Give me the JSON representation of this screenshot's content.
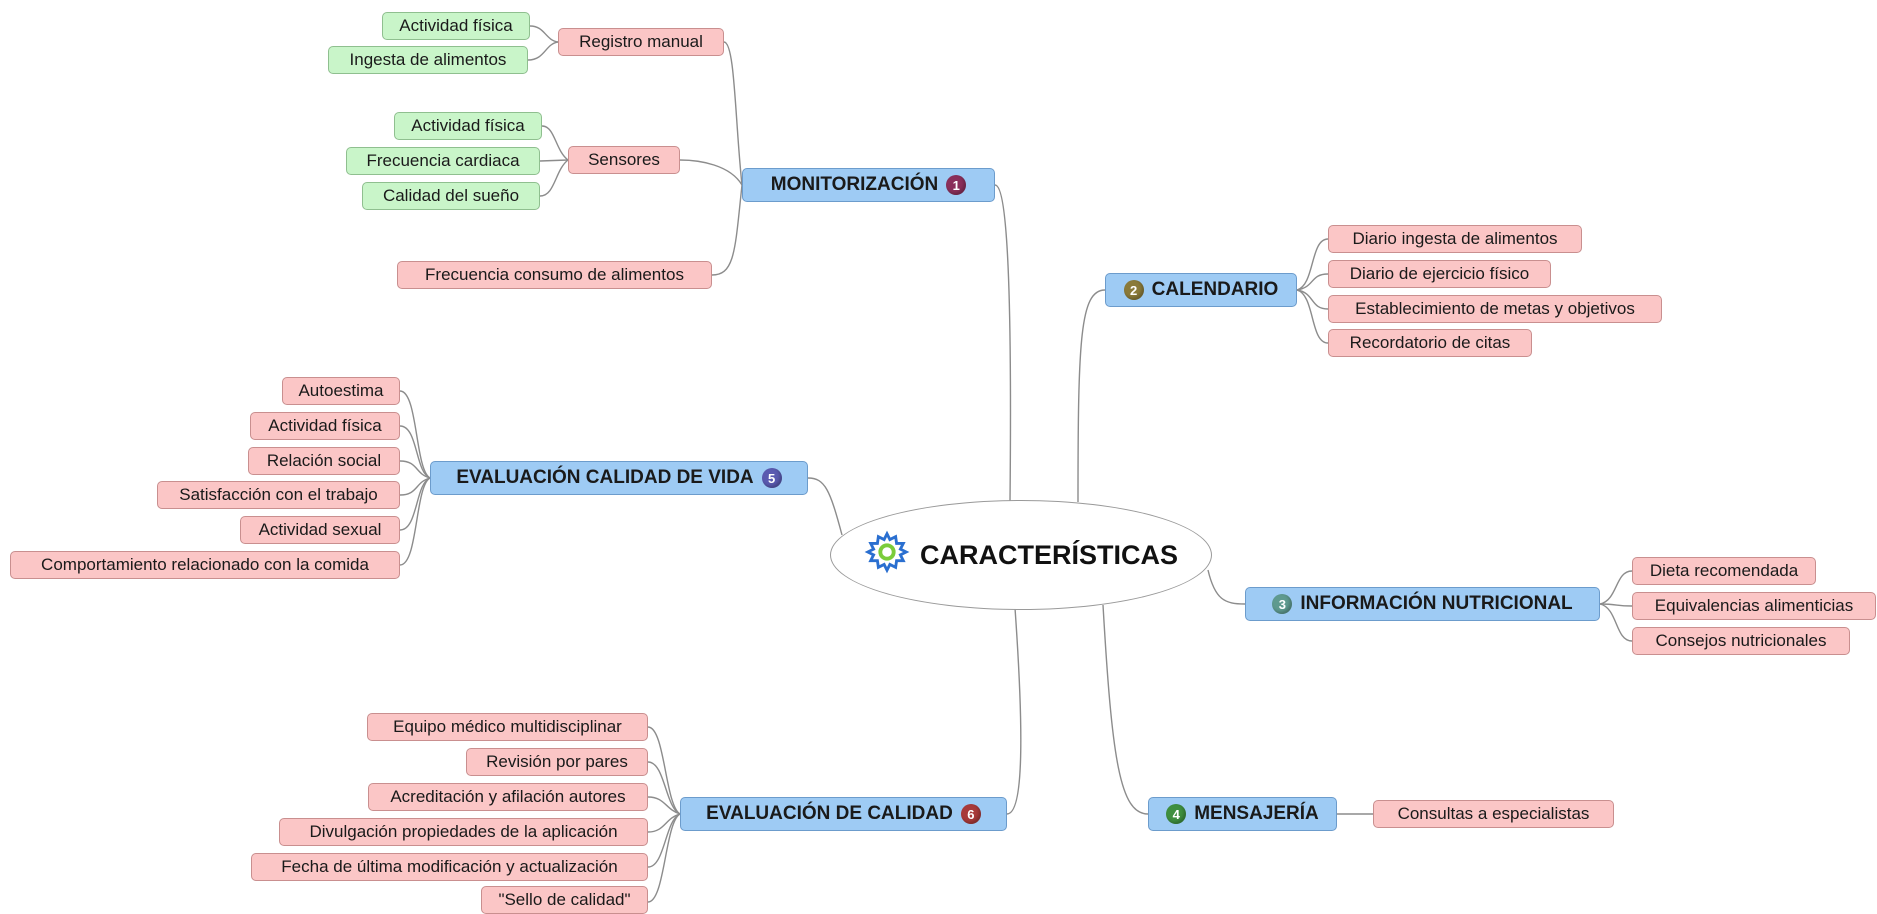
{
  "central": {
    "label": "CARACTERÍSTICAS",
    "icon": "gear-icon"
  },
  "colors": {
    "badge_1": "#8a2f5a",
    "badge_2": "#8a7a3a",
    "badge_3": "#5f9a8f",
    "badge_4": "#3f8f3f",
    "badge_5": "#5a5ab0",
    "badge_6": "#a83a3a",
    "branch_fill": "#9ecbf4",
    "leaf_fill": "#fbc6c6",
    "subleaf_fill": "#c9f5c9",
    "gear": "#2a6fd0",
    "gear_center": "#7acc3a"
  },
  "branches": {
    "monitorizacion": {
      "label": "MONITORIZACIÓN",
      "badge": "1",
      "registro_manual": {
        "label": "Registro manual",
        "children": [
          "Actividad física",
          "Ingesta de alimentos"
        ]
      },
      "sensores": {
        "label": "Sensores",
        "children": [
          "Actividad física",
          "Frecuencia cardiaca",
          "Calidad del sueño"
        ]
      },
      "frecuencia_consumo": "Frecuencia consumo de alimentos"
    },
    "calendario": {
      "label": "CALENDARIO",
      "badge": "2",
      "children": [
        "Diario ingesta de alimentos",
        "Diario de ejercicio físico",
        "Establecimiento de metas y objetivos",
        "Recordatorio de citas"
      ]
    },
    "informacion": {
      "label": "INFORMACIÓN NUTRICIONAL",
      "badge": "3",
      "children": [
        "Dieta recomendada",
        "Equivalencias alimenticias",
        "Consejos nutricionales"
      ]
    },
    "mensajeria": {
      "label": "MENSAJERÍA",
      "badge": "4",
      "children": [
        "Consultas a especialistas"
      ]
    },
    "evaluacion_vida": {
      "label": "EVALUACIÓN CALIDAD DE VIDA",
      "badge": "5",
      "children": [
        "Autoestima",
        "Actividad física",
        "Relación social",
        "Satisfacción con el trabajo",
        "Actividad sexual",
        "Comportamiento relacionado con la comida"
      ]
    },
    "evaluacion_calidad": {
      "label": "EVALUACIÓN DE CALIDAD",
      "badge": "6",
      "children": [
        "Equipo médico multidisciplinar",
        "Revisión por pares",
        "Acreditación y afilación autores",
        "Divulgación propiedades de la aplicación",
        "Fecha de última modificación y actualización",
        "\"Sello de calidad\""
      ]
    }
  }
}
